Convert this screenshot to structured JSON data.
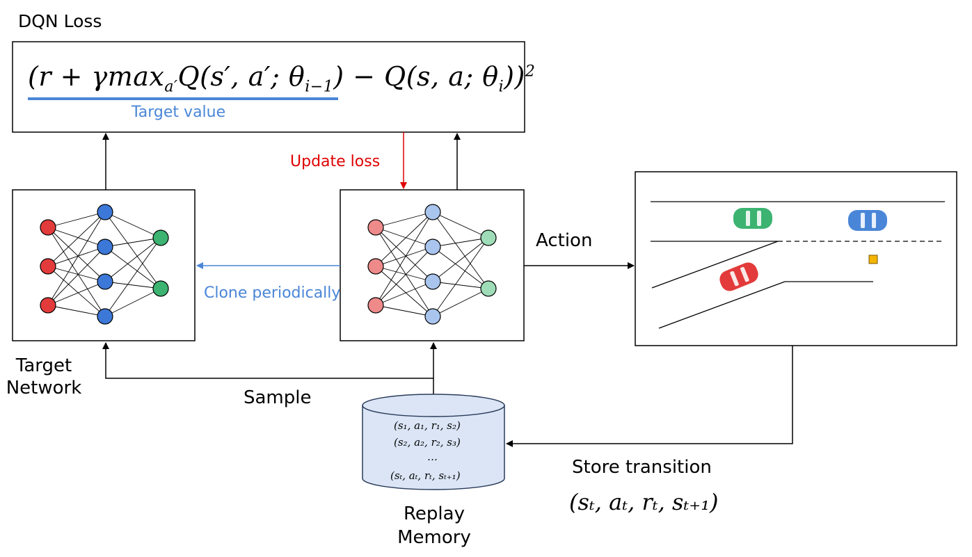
{
  "loss_title": "DQN Loss",
  "formula": "(r + γmax",
  "formula_sub": "a′",
  "formula_rest": "Q(s′, a′; θ",
  "formula_sub2": "i−1",
  "formula_tail": ") − Q(s, a; θ",
  "formula_sub3": "i",
  "formula_end": "))",
  "formula_sup": "2",
  "target_value_label": "Target value",
  "update_loss_label": "Update loss",
  "clone_label": "Clone periodically",
  "action_label": "Action",
  "target_network_label_line1": "Target",
  "target_network_label_line2": "Network",
  "sample_label": "Sample",
  "replay_memory_line1": "Replay",
  "replay_memory_line2": "Memory",
  "memory_entries": [
    "(s₁, a₁, r₁, s₂)",
    "(s₂, a₂, r₂, s₃)",
    "…",
    "(sₜ, aₜ, rₜ, sₜ₊₁)"
  ],
  "store_label": "Store transition",
  "store_tuple": "(sₜ, aₜ, rₜ, sₜ₊₁)",
  "colors": {
    "red_arrow": "#e00000",
    "blue": "#4a86d8",
    "node_red": "#e33b3b",
    "node_blue": "#3c78d8",
    "node_green": "#3cb371",
    "cylinder_fill": "#dbe5f5",
    "car_green": "#3cb371",
    "car_blue": "#4a86d8",
    "car_red": "#e33b3b",
    "marker": "#f4b400"
  }
}
